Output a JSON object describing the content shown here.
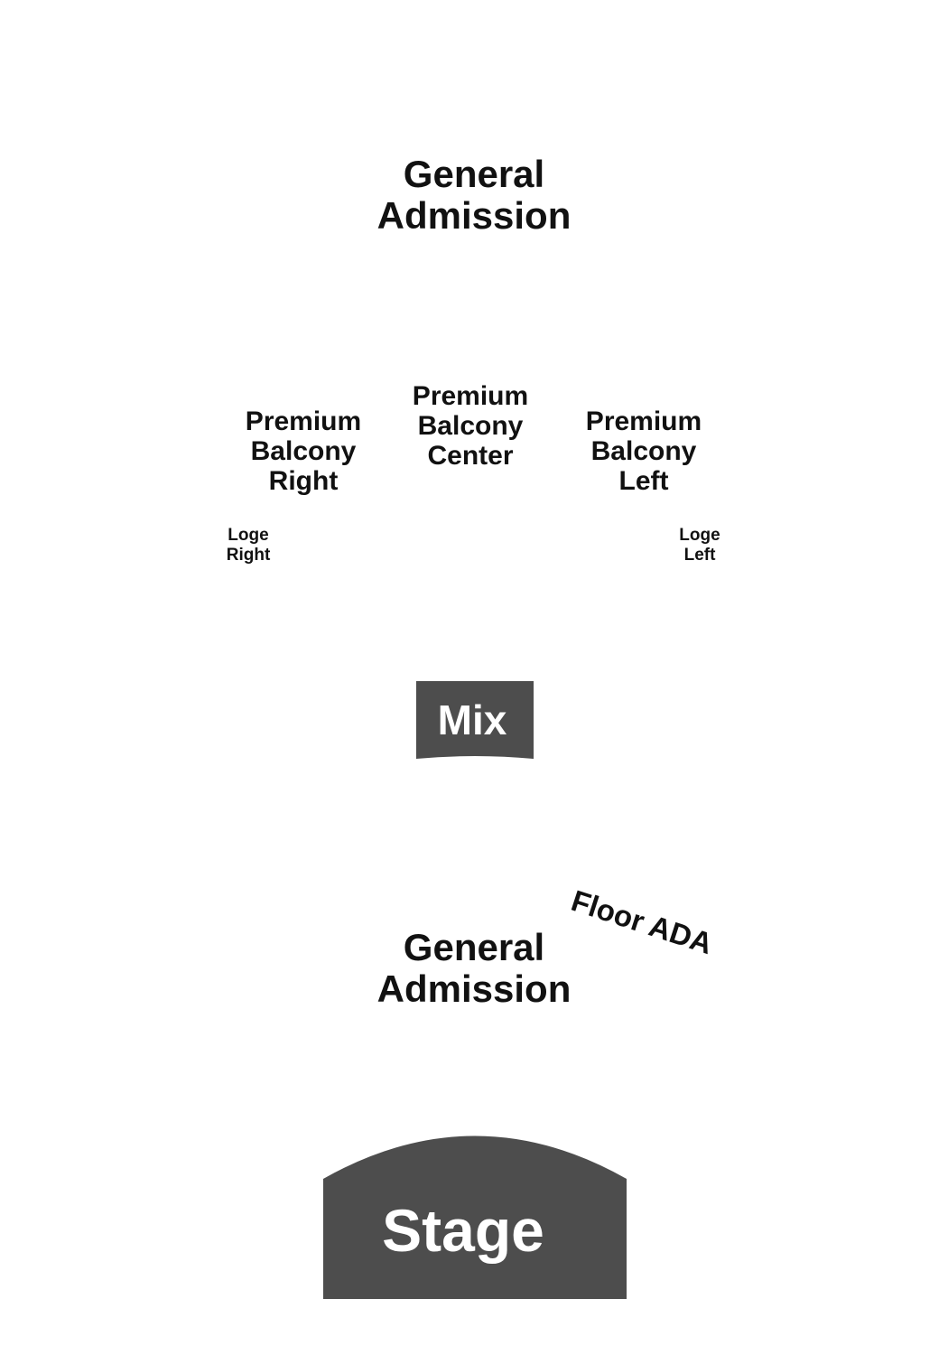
{
  "sections": {
    "general_admission_upper": "General\nAdmission",
    "premium_balcony_right": "Premium\nBalcony\nRight",
    "premium_balcony_center": "Premium\nBalcony\nCenter",
    "premium_balcony_left": "Premium\nBalcony\nLeft",
    "loge_right": "Loge\nRight",
    "loge_left": "Loge\nLeft",
    "mix": "Mix",
    "floor_ada": "Floor ADA",
    "general_admission_floor": "General\nAdmission",
    "stage": "Stage"
  },
  "colors": {
    "block_fill": "#4d4d4d",
    "label_text": "#111111",
    "block_text": "#ffffff",
    "background": "#ffffff"
  }
}
